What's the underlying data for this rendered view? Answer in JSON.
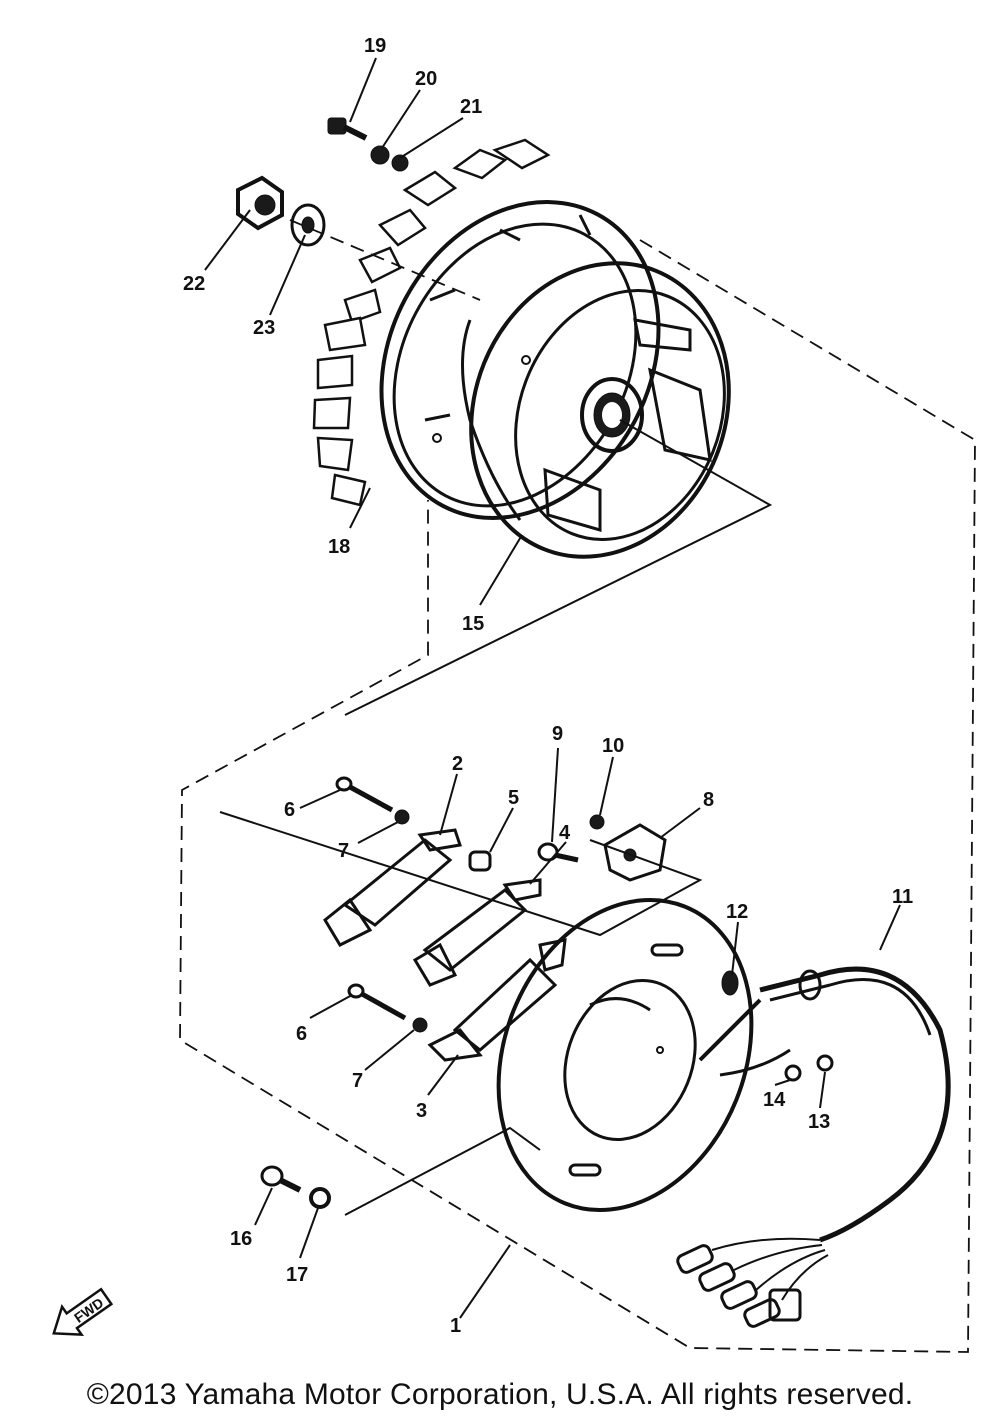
{
  "callouts": [
    "1",
    "2",
    "3",
    "4",
    "5",
    "6",
    "7",
    "8",
    "9",
    "10",
    "11",
    "12",
    "13",
    "14",
    "15",
    "16",
    "17",
    "18",
    "19",
    "20",
    "21",
    "22",
    "23"
  ],
  "direction_arrow": {
    "label": "FWD"
  },
  "copyright": "©2013 Yamaha Motor Corporation, U.S.A. All rights reserved.",
  "colors": {
    "ink": "#111111",
    "background": "#ffffff"
  }
}
